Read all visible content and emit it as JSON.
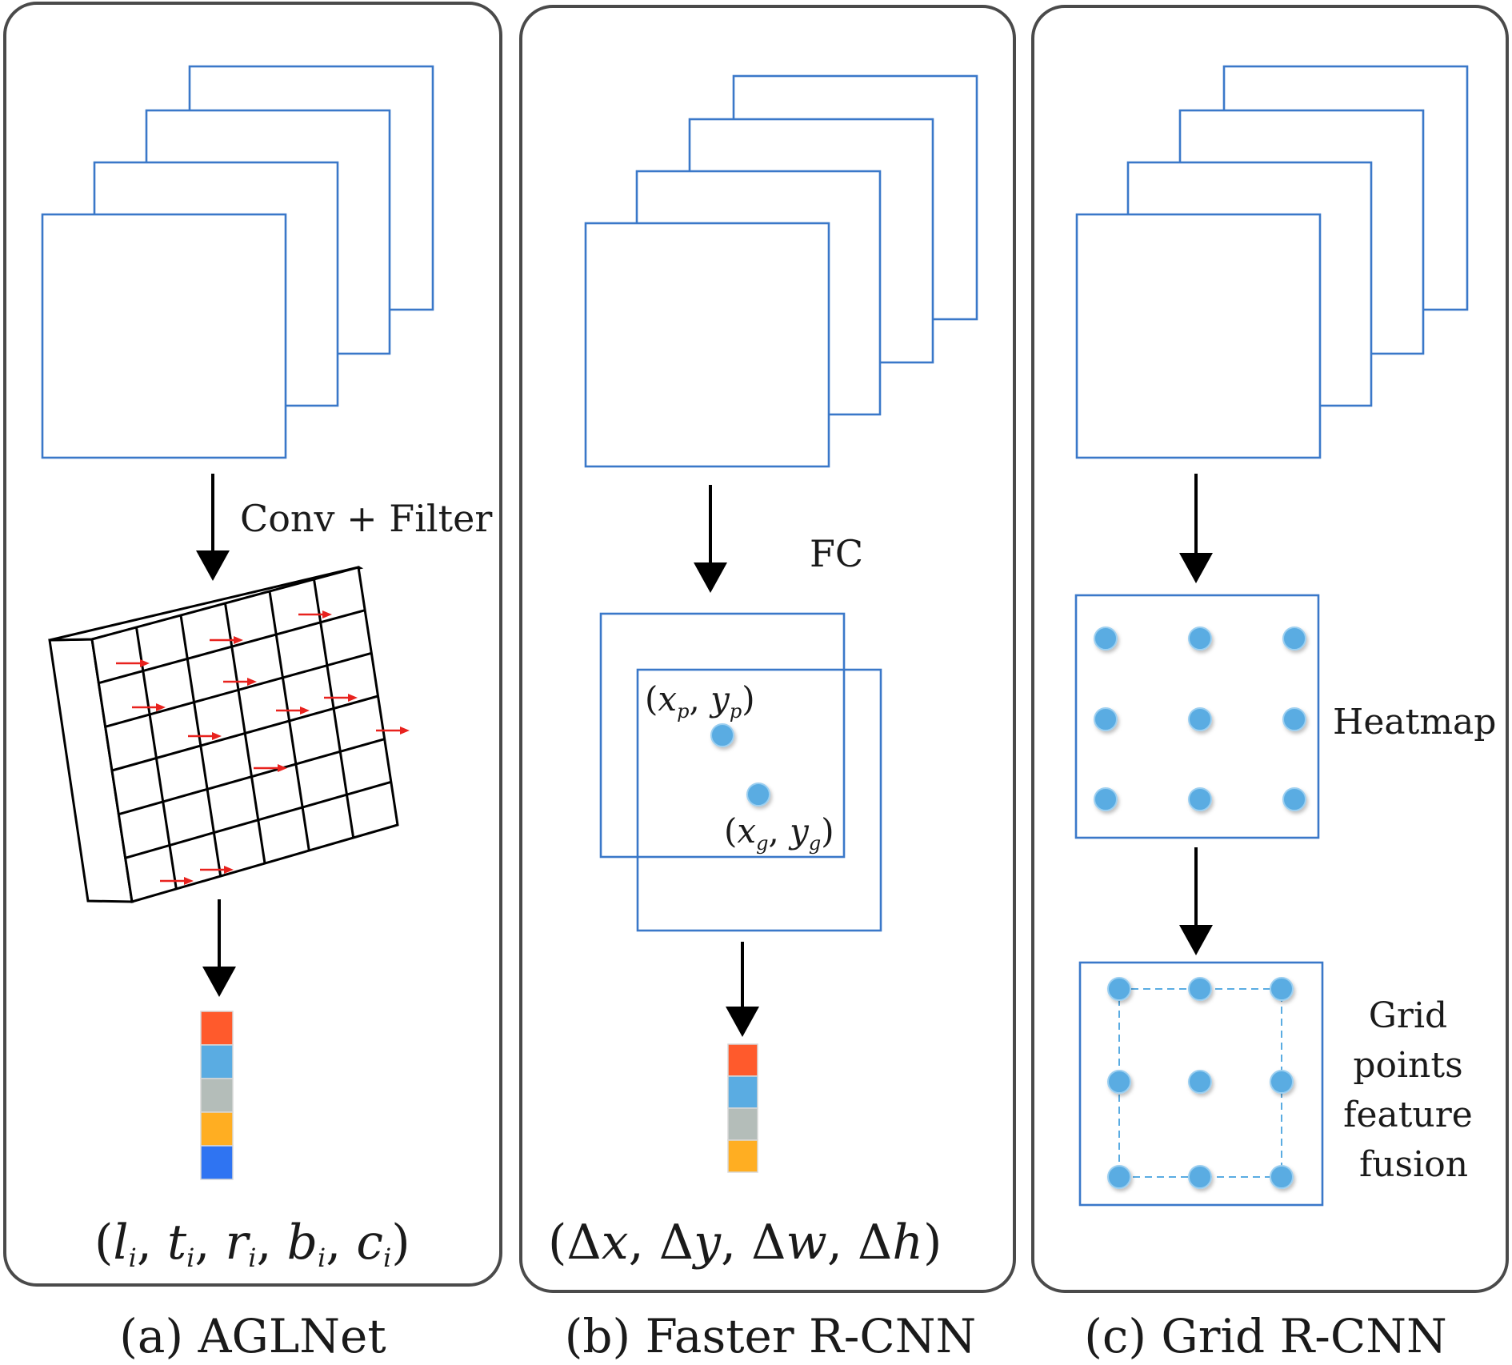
{
  "panels": [
    {
      "caption": "(a) AGLNet",
      "arrow_label": "Conv + Filter",
      "output_label": "(l_i, t_i, r_i, b_i, c_i)"
    },
    {
      "caption": "(b) Faster R-CNN",
      "arrow_label": "FC",
      "point_pred_label": "(x_p, y_p)",
      "point_gt_label": "(x_g, y_g)",
      "output_label": "(Δx, Δy, Δw, Δh)"
    },
    {
      "caption": "(c) Grid R-CNN",
      "heatmap_label": "Heatmap",
      "fusion_label": [
        "Grid",
        "points",
        "feature",
        "fusion"
      ]
    }
  ],
  "colors": {
    "frame": "#4a4a4a",
    "feature_map": "#3a78c9",
    "arrow": "#000000",
    "offset_arrow": "#e8221e",
    "point": "#5aace2",
    "vector_orange_red": "#ff5a2c",
    "vector_light_blue": "#5aace2",
    "vector_gray": "#b4bdb9",
    "vector_amber": "#ffae22",
    "vector_blue": "#2f74f2"
  },
  "vectors": {
    "aglnet": [
      "vector_orange_red",
      "vector_light_blue",
      "vector_gray",
      "vector_amber",
      "vector_blue"
    ],
    "faster_rcnn": [
      "vector_orange_red",
      "vector_light_blue",
      "vector_gray",
      "vector_amber"
    ]
  }
}
